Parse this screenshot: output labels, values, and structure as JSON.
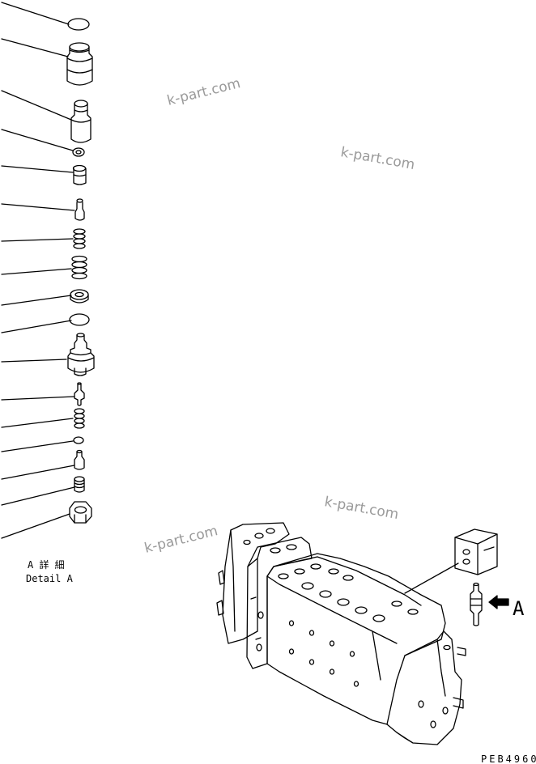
{
  "detail_label_jp": "A 詳 細",
  "detail_label_en": "Detail A",
  "view_arrow_label": "A",
  "drawing_code": "PEB4960",
  "watermark_text": "k-part.com",
  "colors": {
    "line": "#000000",
    "watermark": "#9a9a9a",
    "background": "#ffffff"
  }
}
